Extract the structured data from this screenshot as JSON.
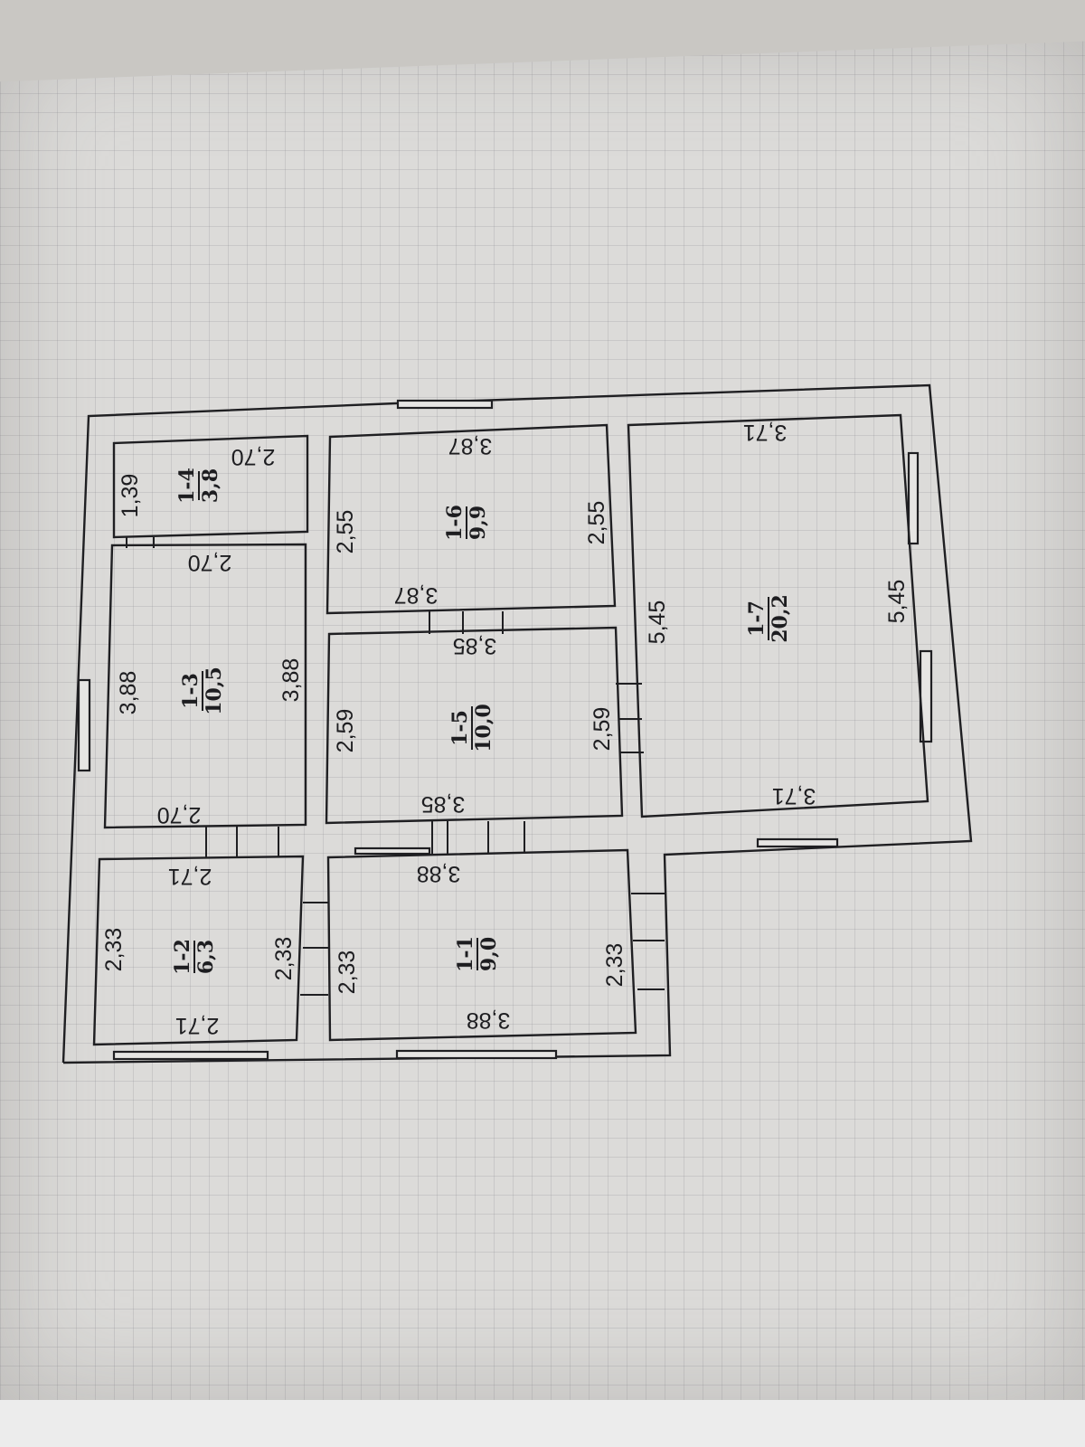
{
  "rooms": [
    {
      "id": "1-1",
      "area": "9,0"
    },
    {
      "id": "1-2",
      "area": "6,3"
    },
    {
      "id": "1-3",
      "area": "10,5"
    },
    {
      "id": "1-4",
      "area": "3,8"
    },
    {
      "id": "1-5",
      "area": "10,0"
    },
    {
      "id": "1-6",
      "area": "9,9"
    },
    {
      "id": "1-7",
      "area": "20,2"
    }
  ],
  "dimensions": {
    "r1_1_top": "3,88",
    "r1_1_bottom": "3,88",
    "r1_1_left": "2,33",
    "r1_1_right": "2,33",
    "r1_2_top": "2,71",
    "r1_2_bottom": "2,71",
    "r1_2_left": "2,33",
    "r1_2_right": "2,33",
    "r1_3_top": "2,70",
    "r1_3_bottom": "2,70",
    "r1_3_left": "3,88",
    "r1_3_right": "3,88",
    "r1_4_top": "2,70",
    "r1_4_left": "1,39",
    "r1_5_top": "3,85",
    "r1_5_bottom": "3,85",
    "r1_5_left": "2,59",
    "r1_5_right": "2,59",
    "r1_6_top": "3,87",
    "r1_6_bottom": "3,87",
    "r1_6_left": "2,55",
    "r1_6_right": "2,55",
    "r1_7_top": "3,71",
    "r1_7_bottom": "3,71",
    "r1_7_left": "5,45",
    "r1_7_right": "5,45"
  },
  "colors": {
    "line": "#1f1f22",
    "paper": "#dcdbd9"
  }
}
